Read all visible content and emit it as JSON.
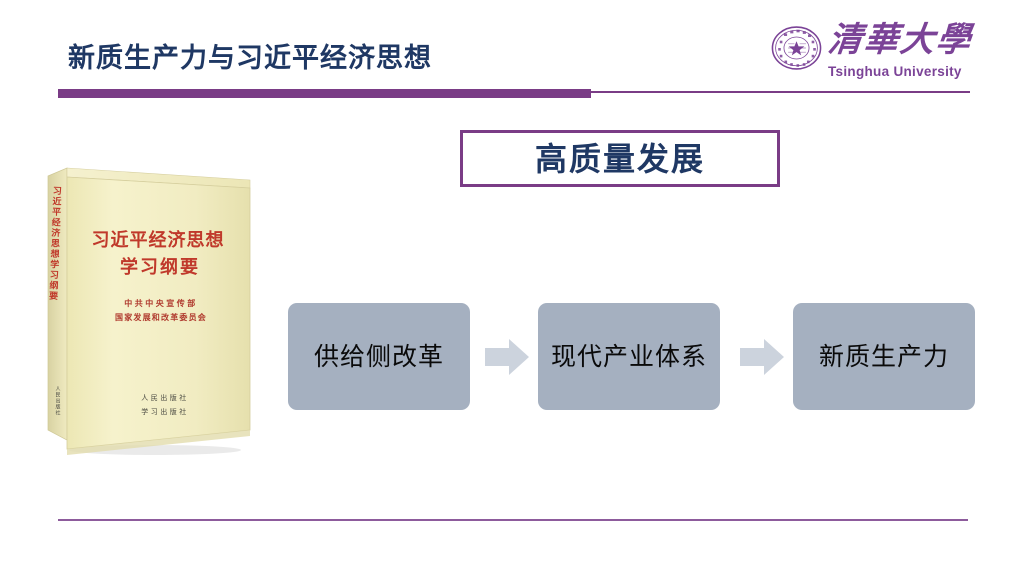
{
  "slide": {
    "title": "新质生产力与习近平经济思想",
    "headline": "高质量发展"
  },
  "logo": {
    "seal_icon": "tsinghua-seal-icon",
    "chinese_name": "清華大學",
    "english_name": "Tsinghua University"
  },
  "book": {
    "cover_title_line1": "习近平经济思想",
    "cover_title_line2": "学习纲要",
    "cover_org_line1": "中共中央宣传部",
    "cover_org_line2": "国家发展和改革委员会",
    "publisher_line1": "人民出版社",
    "publisher_line2": "学习出版社",
    "spine_text": "习近平经济思想学习纲要"
  },
  "flow": {
    "boxes": [
      {
        "label": "供给侧改革"
      },
      {
        "label": "现代产业体系"
      },
      {
        "label": "新质生产力"
      }
    ],
    "arrows": [
      {
        "icon": "arrow-right-icon"
      },
      {
        "icon": "arrow-right-icon"
      }
    ]
  },
  "colors": {
    "title_navy": "#1f3864",
    "accent_purple": "#7a3c86",
    "logo_purple": "#7b4397",
    "box_gray_blue": "#a5b0c0",
    "arrow_gray_blue": "#ccd3dd",
    "book_cover_yellow": "#f2eec4",
    "book_red": "#c0392b"
  }
}
